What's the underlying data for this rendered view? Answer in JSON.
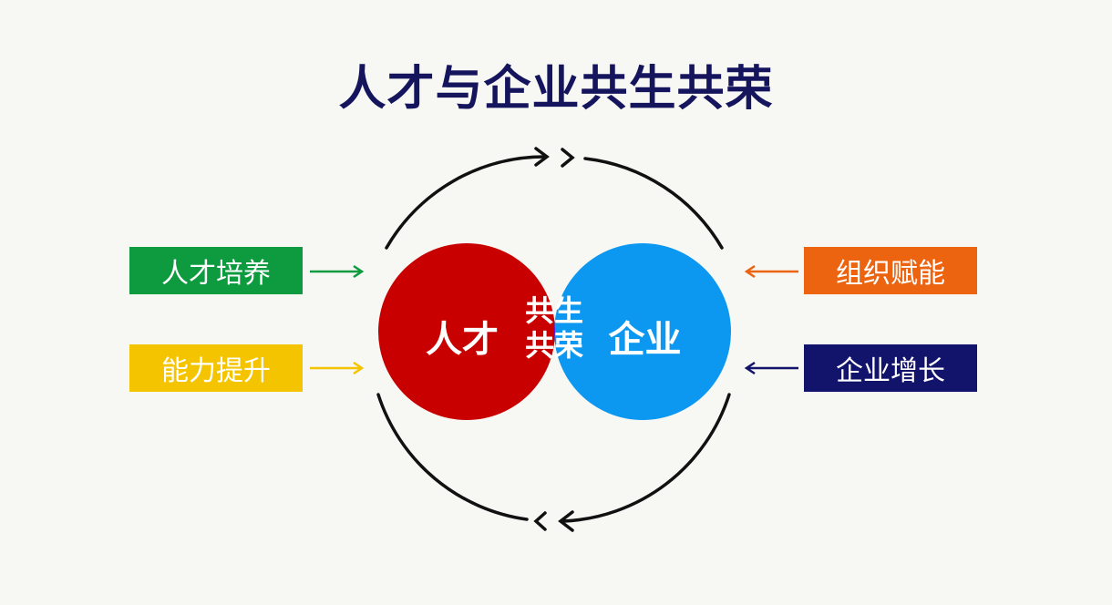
{
  "title": "人才与企业共生共荣",
  "left_circle": {
    "label": "人才",
    "color": "#c80000"
  },
  "right_circle": {
    "label": "企业",
    "color": "#0c98f0"
  },
  "overlap": {
    "line1": "共生",
    "line2": "共荣",
    "color": "#6a10d0"
  },
  "left_boxes": [
    {
      "label": "人才培养",
      "color": "#0e9a3e"
    },
    {
      "label": "能力提升",
      "color": "#f4c400"
    }
  ],
  "right_boxes": [
    {
      "label": "组织赋能",
      "color": "#ec6410"
    },
    {
      "label": "企业增长",
      "color": "#12136a"
    }
  ]
}
